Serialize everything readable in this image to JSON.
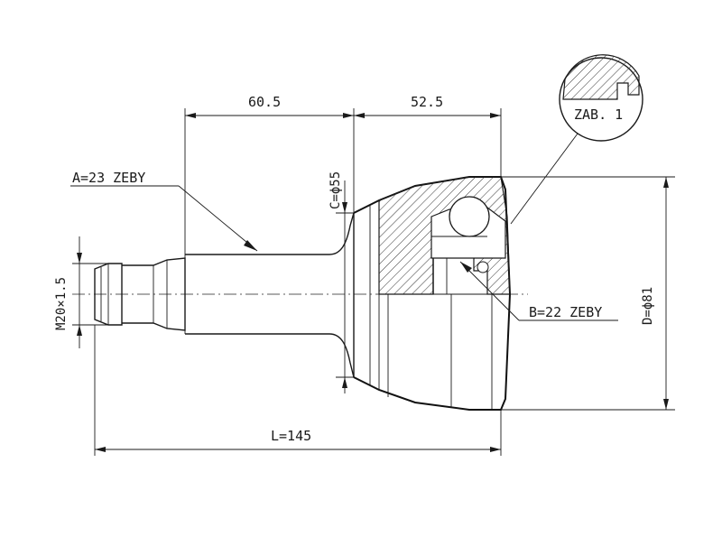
{
  "dimensions": {
    "top_left": "60.5",
    "top_right": "52.5",
    "total_length": "L=145",
    "thread": "M20×1.5",
    "inner_diameter": "C=ϕ55",
    "outer_diameter": "D=ϕ81",
    "spline_a": "A=23 ZEBY",
    "spline_b": "B=22 ZEBY",
    "detail_label": "ZAB. 1"
  },
  "colors": {
    "line": "#1a1a1a",
    "hatch": "#333333",
    "background": "#ffffff"
  }
}
